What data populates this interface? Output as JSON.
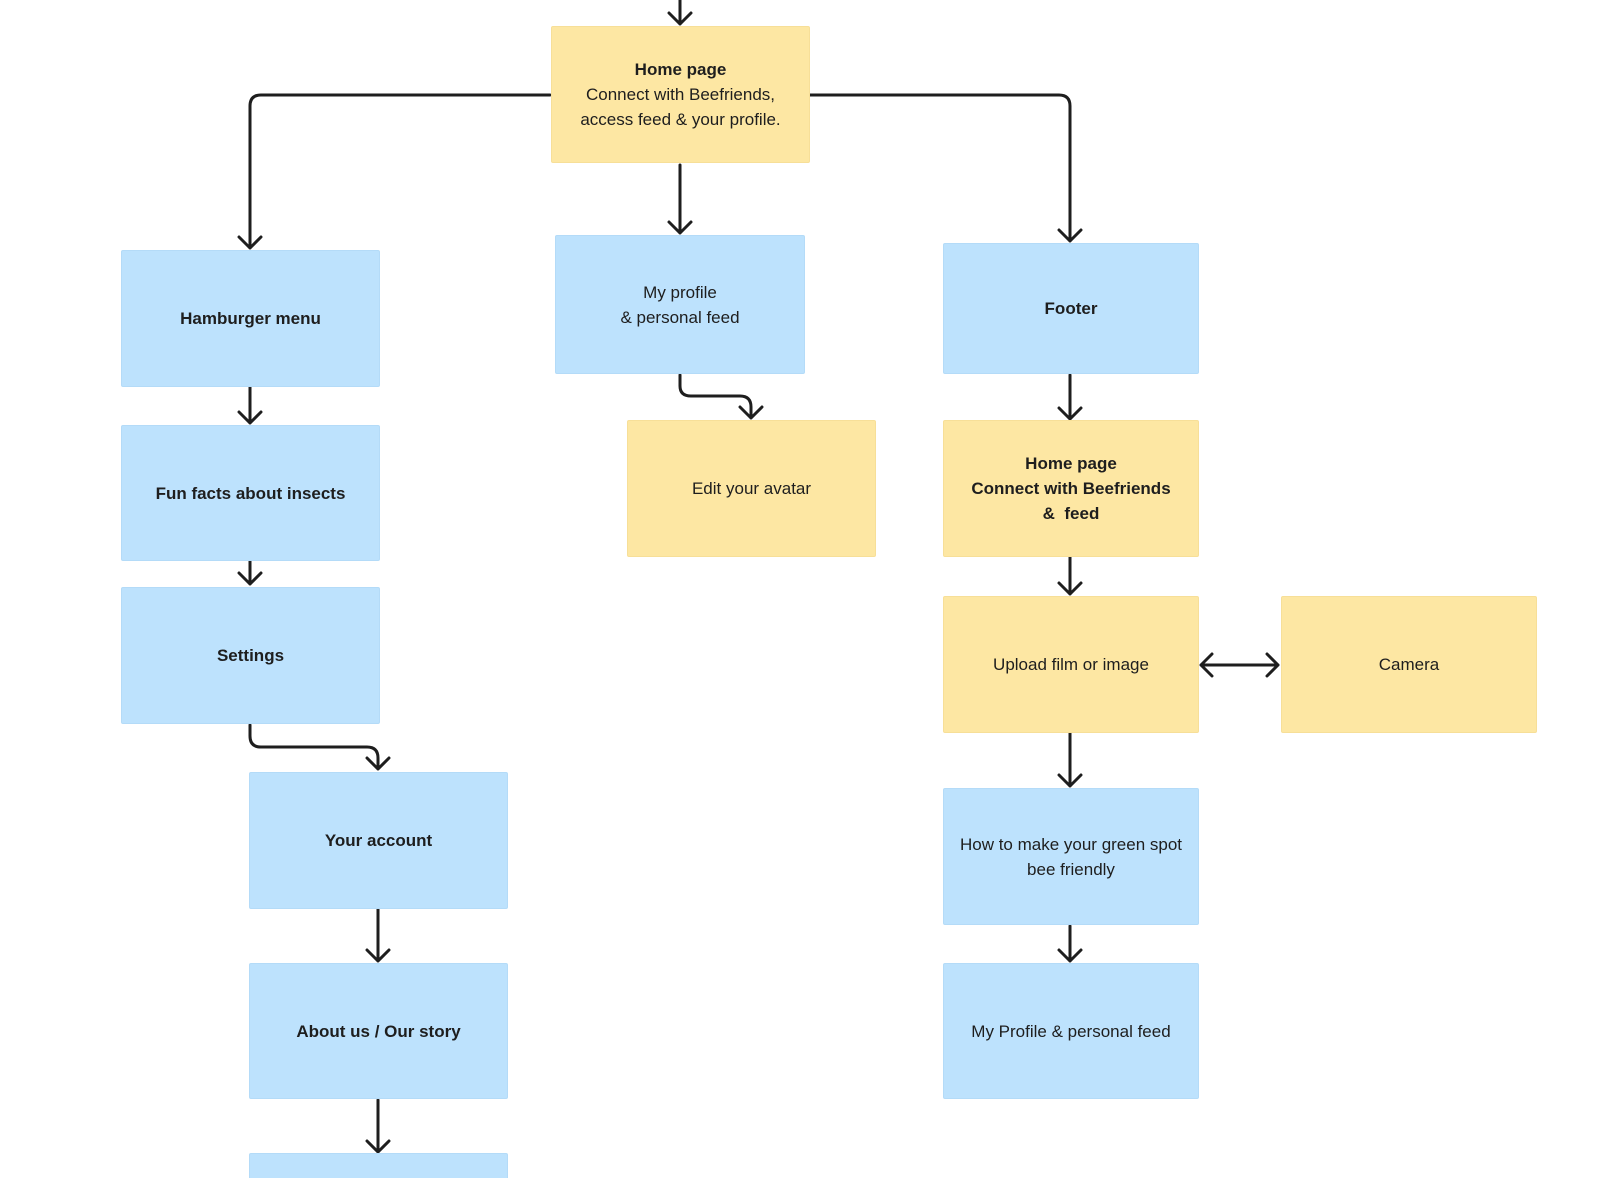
{
  "colors": {
    "blue_node": "#bde2fd",
    "yellow_node": "#fde7a3",
    "connector": "#1e1e1e"
  },
  "nodes": {
    "home_page": {
      "lines": [
        "Home page",
        "Connect with Beefriends,",
        "access feed & your profile."
      ],
      "bold_lines": [
        0
      ]
    },
    "hamburger_menu": {
      "lines": [
        "Hamburger menu"
      ],
      "bold_lines": [
        0
      ]
    },
    "my_profile": {
      "lines": [
        "My profile",
        "& personal feed"
      ],
      "bold_lines": []
    },
    "footer": {
      "lines": [
        "Footer"
      ],
      "bold_lines": [
        0
      ]
    },
    "fun_facts": {
      "lines": [
        "Fun facts about insects"
      ],
      "bold_lines": [
        0
      ]
    },
    "edit_avatar": {
      "lines": [
        "Edit your avatar"
      ],
      "bold_lines": []
    },
    "home_page_feed": {
      "lines": [
        "Home page",
        "Connect with Beefriends",
        "&  feed"
      ],
      "bold_lines": [
        0,
        1,
        2
      ]
    },
    "settings": {
      "lines": [
        "Settings"
      ],
      "bold_lines": [
        0
      ]
    },
    "upload": {
      "lines": [
        "Upload film or image"
      ],
      "bold_lines": []
    },
    "camera": {
      "lines": [
        "Camera"
      ],
      "bold_lines": []
    },
    "your_account": {
      "lines": [
        "Your account"
      ],
      "bold_lines": [
        0
      ]
    },
    "green_spot": {
      "lines": [
        "How to make your green spot",
        "bee friendly"
      ],
      "bold_lines": []
    },
    "about_us": {
      "lines": [
        "About us / Our story"
      ],
      "bold_lines": [
        0
      ]
    },
    "my_profile_feed": {
      "lines": [
        "My Profile & personal feed"
      ],
      "bold_lines": []
    },
    "bottom_cutoff": {
      "lines": [],
      "bold_lines": []
    }
  }
}
